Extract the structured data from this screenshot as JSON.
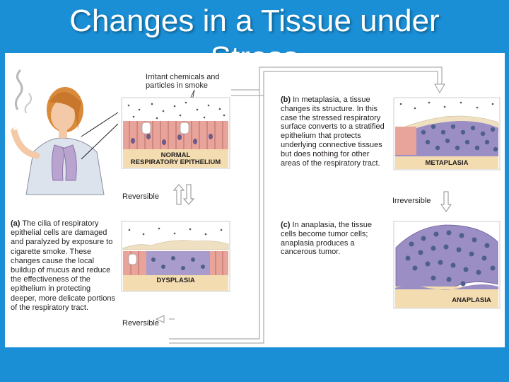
{
  "title": {
    "line1": "Changes in a Tissue under",
    "line2": "Stress"
  },
  "figure": {
    "irritant_label": "Irritant chemicals and particles in smoke",
    "normal_label_line1": "NORMAL",
    "normal_label_line2": "RESPIRATORY EPITHELIUM",
    "reversible_top": "Reversible",
    "reversible_bottom": "Reversible",
    "irreversible": "Irreversible",
    "caption_a_tag": "(a)",
    "caption_a": "The cilia of respiratory epithelial cells are damaged and paralyzed by exposure to cigarette smoke. These changes cause the local buildup of mucus and reduce the effectiveness of the epithelium in protecting deeper, more delicate portions of the respiratory tract.",
    "dysplasia_label": "DYSPLASIA",
    "caption_b_tag": "(b)",
    "caption_b": "In metaplasia, a tissue changes its structure. In this case the stressed respiratory surface converts to a stratified epithelium that protects underlying connective tissues but does nothing for other areas of the respiratory tract.",
    "metaplasia_label": "METAPLASIA",
    "caption_c_tag": "(c)",
    "caption_c": "In anaplasia, the tissue cells become tumor cells; anaplasia produces a cancerous tumor.",
    "anaplasia_label": "ANAPLASIA"
  },
  "colors": {
    "background": "#1a8fd6",
    "title_text": "#ffffff",
    "epithelium_pink": "#e8a49a",
    "connective_tan": "#f2dcb0",
    "tumor_purple": "#9b8ec4",
    "cell_nucleus": "#4e5f8a",
    "arrow_gray": "#8c8c8c"
  }
}
